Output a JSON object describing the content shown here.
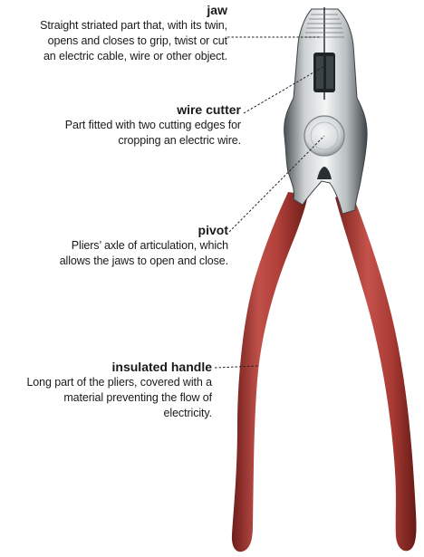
{
  "labels": [
    {
      "id": "jaw",
      "term": "jaw",
      "description": [
        "Straight striated part that, with its twin,",
        "opens and closes to grip, twist or cut",
        "an electric cable, wire or other object."
      ]
    },
    {
      "id": "wire-cutter",
      "term": "wire cutter",
      "description": [
        "Part fitted with two cutting edges for",
        "cropping an electric wire."
      ]
    },
    {
      "id": "pivot",
      "term": "pivot",
      "description": [
        "Pliers’ axle of articulation, which",
        "allows the jaws to open and close."
      ]
    },
    {
      "id": "insulated-handle",
      "term": "insulated handle",
      "description": [
        "Long part of the pliers, covered with a",
        "material preventing the flow of",
        "electricity."
      ]
    }
  ],
  "colors": {
    "handle": "#b5413a",
    "handle_dark": "#7a221e",
    "metal_light": "#e6e9ea",
    "metal_dark": "#3b4144"
  }
}
